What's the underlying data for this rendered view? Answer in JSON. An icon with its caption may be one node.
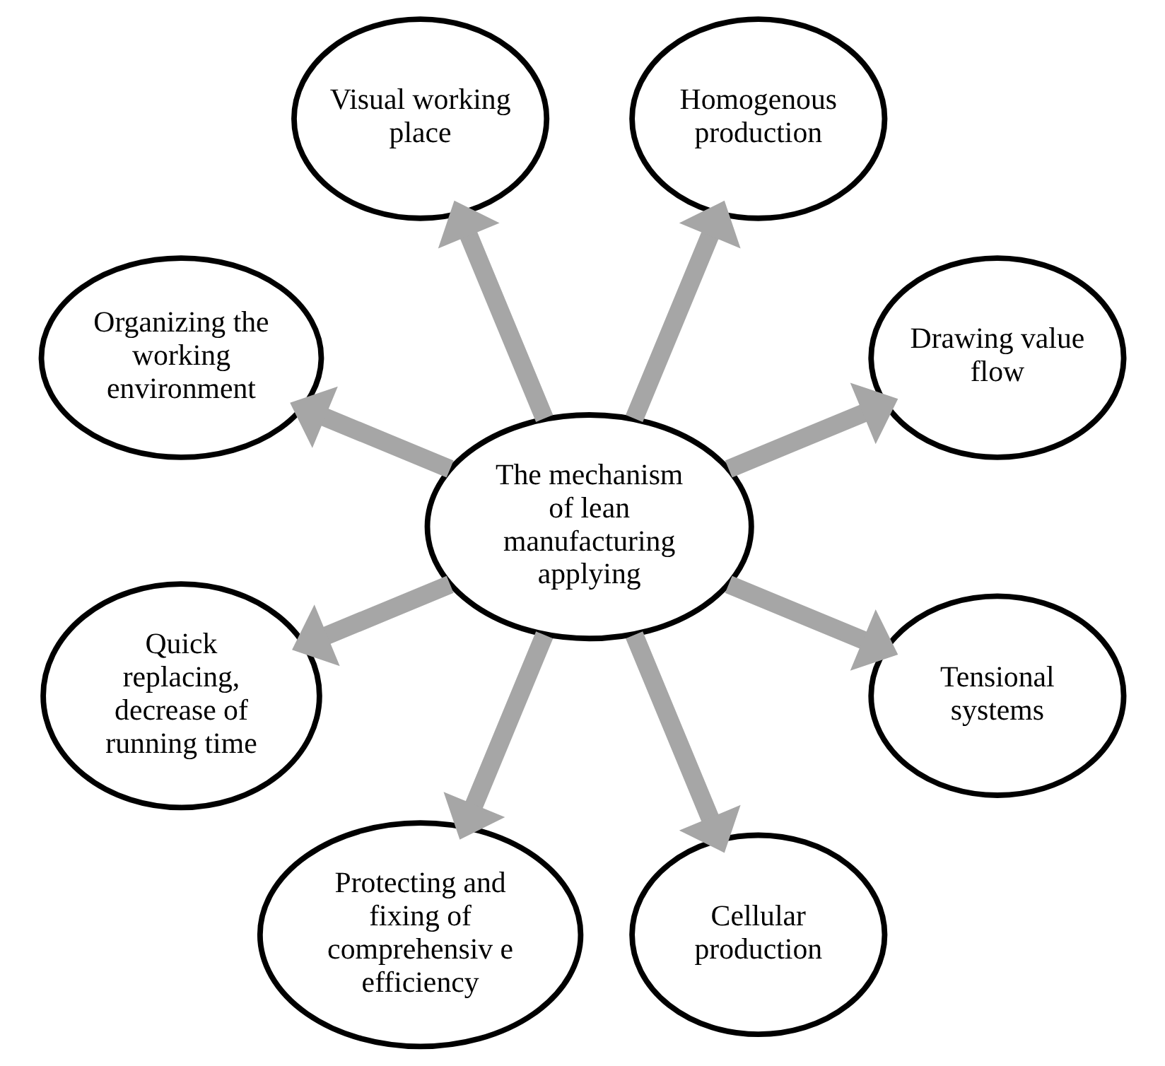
{
  "diagram": {
    "nodes": [
      {
        "text": [
          "Drawing value flow"
        ]
      },
      {
        "text": [
          "Homogenous production"
        ]
      },
      {
        "text": [
          "Visual working place"
        ]
      },
      {
        "text": [
          "Organizing the working environment"
        ]
      },
      {
        "text": [
          "The mechanism of lean manufacturing applying"
        ]
      },
      {
        "text": [
          "Quick replacing, decrease of running time"
        ]
      },
      {
        "text": [
          "Protecting and fixing of comprehensiv e efficiency"
        ]
      },
      {
        "text": [
          "Cellular production"
        ]
      },
      {
        "text": [
          "Tensional systems"
        ]
      }
    ],
    "edges": [
      {
        "from": 4,
        "to": 0,
        "arrow": "to"
      },
      {
        "from": 4,
        "to": 2,
        "arrow": "to"
      },
      {
        "from": 4,
        "to": 5,
        "arrow": "to"
      },
      {
        "from": 4,
        "to": 7,
        "arrow": "to"
      },
      {
        "from": 4,
        "to": 8,
        "arrow": "to"
      },
      {
        "from": 4,
        "to": 6,
        "arrow": "to"
      },
      {
        "from": 4,
        "to": 3,
        "arrow": "to"
      },
      {
        "from": 4,
        "to": 1,
        "arrow": "to"
      }
    ]
  }
}
